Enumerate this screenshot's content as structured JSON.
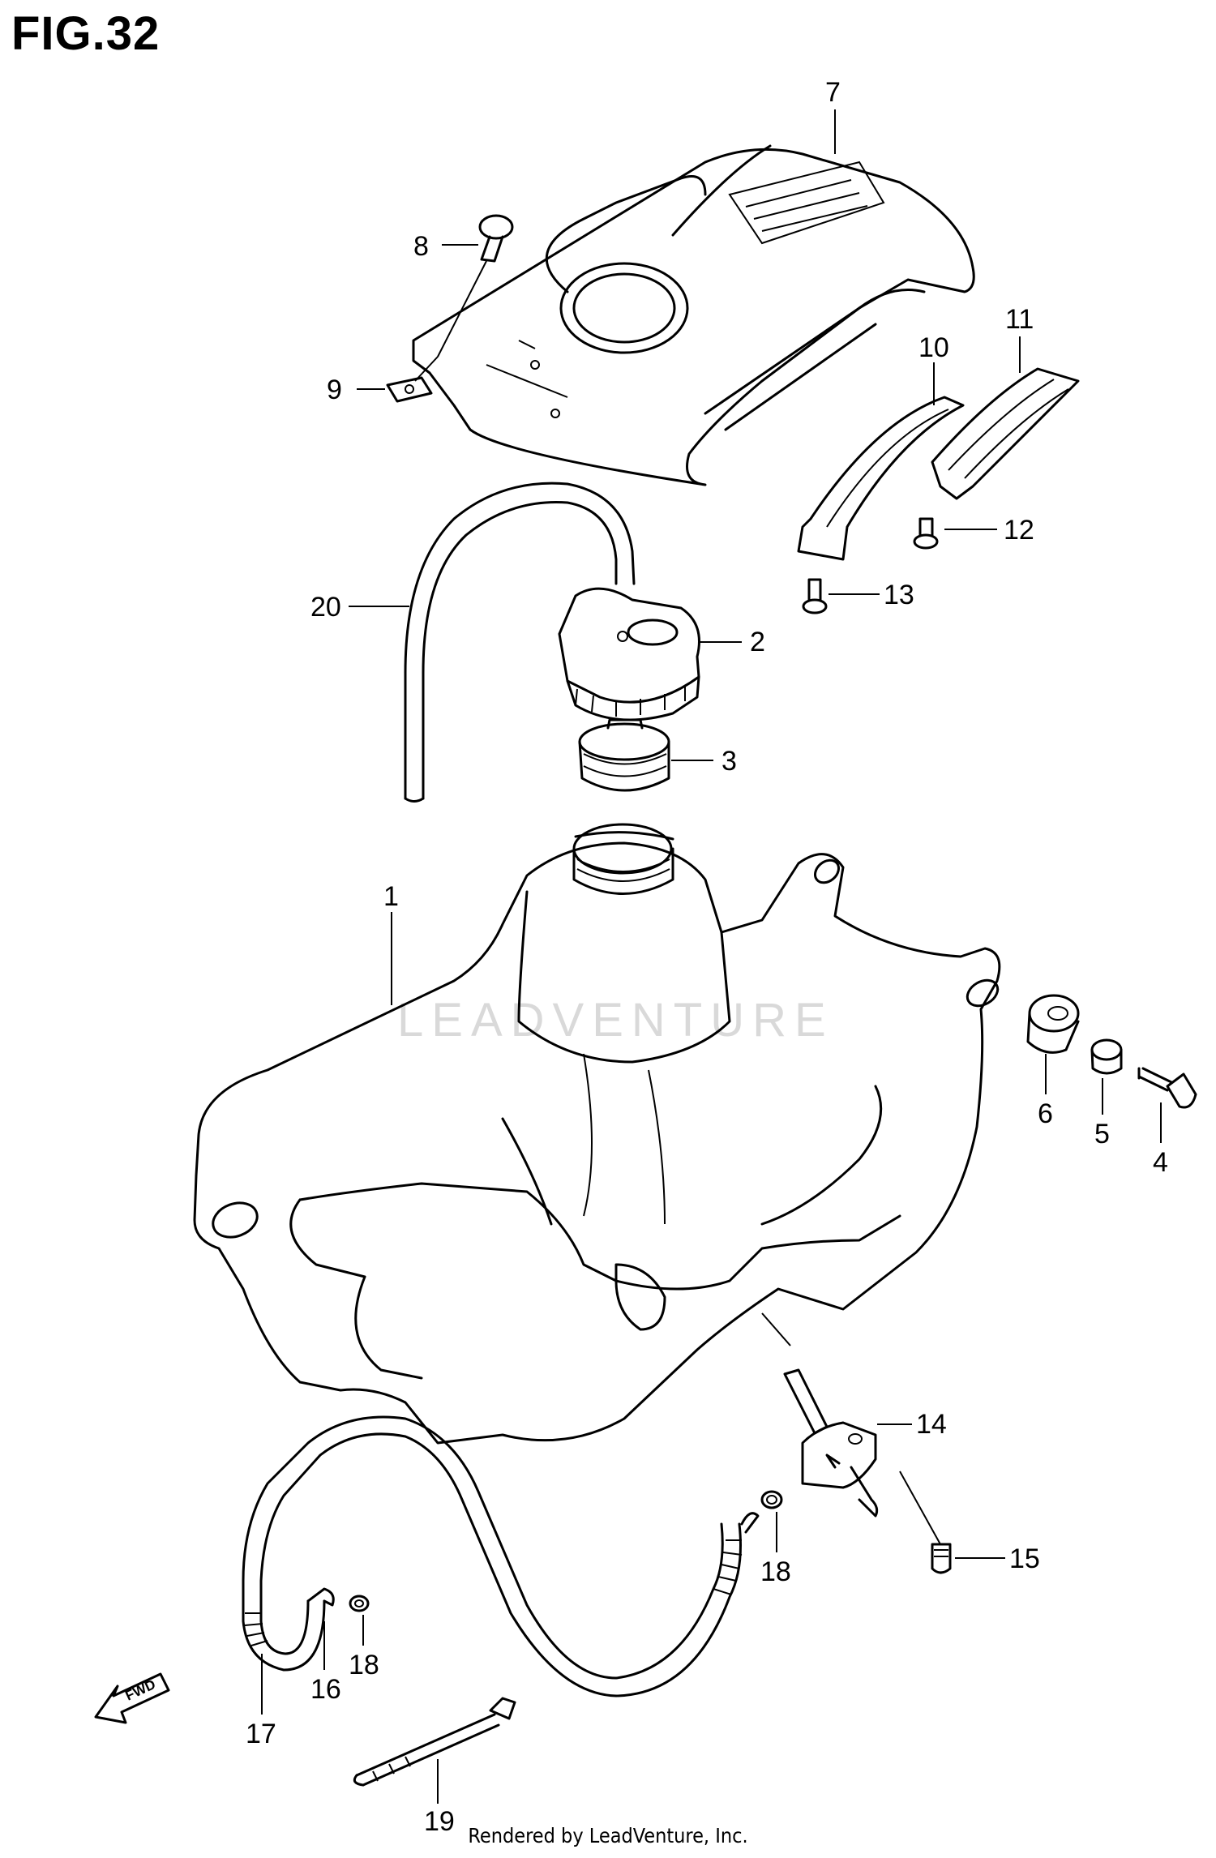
{
  "figure": {
    "title": "FIG.32",
    "footer": "Rendered by LeadVenture, Inc.",
    "watermark": "LEADVENTURE",
    "fwd_marker": "FWD"
  },
  "callouts": [
    {
      "id": "1",
      "text": "1"
    },
    {
      "id": "2",
      "text": "2"
    },
    {
      "id": "3",
      "text": "3"
    },
    {
      "id": "4",
      "text": "4"
    },
    {
      "id": "5",
      "text": "5"
    },
    {
      "id": "6",
      "text": "6"
    },
    {
      "id": "7",
      "text": "7"
    },
    {
      "id": "8",
      "text": "8"
    },
    {
      "id": "9",
      "text": "9"
    },
    {
      "id": "10",
      "text": "10"
    },
    {
      "id": "11",
      "text": "11"
    },
    {
      "id": "12",
      "text": "12"
    },
    {
      "id": "13",
      "text": "13"
    },
    {
      "id": "14",
      "text": "14"
    },
    {
      "id": "15",
      "text": "15"
    },
    {
      "id": "16",
      "text": "16"
    },
    {
      "id": "17",
      "text": "17"
    },
    {
      "id": "18a",
      "text": "18"
    },
    {
      "id": "18b",
      "text": "18"
    },
    {
      "id": "19",
      "text": "19"
    },
    {
      "id": "20",
      "text": "20"
    }
  ]
}
